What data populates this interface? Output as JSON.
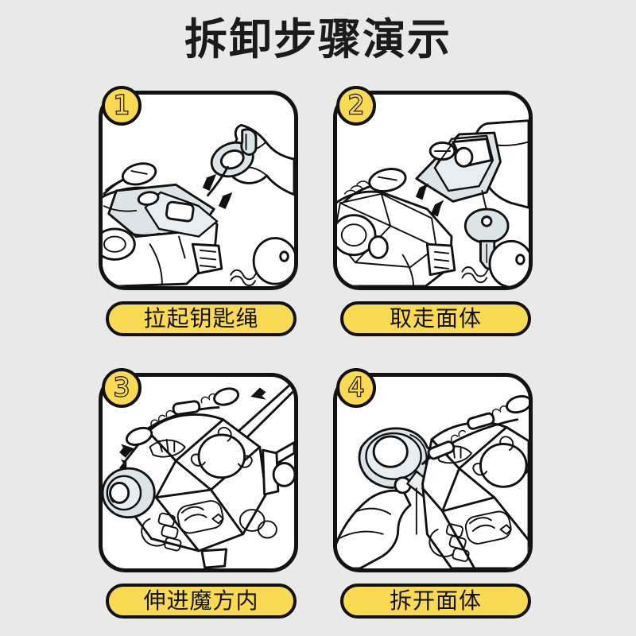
{
  "page": {
    "title": "拆卸步骤演示",
    "background_color": "#e9e9e9",
    "accent_color": "#fada52",
    "outline_color": "#111111",
    "panel_background": "#ffffff",
    "illustration_shade": "#dde4e8"
  },
  "steps": [
    {
      "number": "1",
      "caption": "拉起钥匙绳",
      "illustration": "hand-pulling-key-cord-from-cube",
      "arrows": 2
    },
    {
      "number": "2",
      "caption": "取走面体",
      "illustration": "hand-lifting-face-piece-with-key",
      "arrows": 2
    },
    {
      "number": "3",
      "caption": "伸进魔方内",
      "illustration": "cord-inserted-into-cube",
      "arrows": 3
    },
    {
      "number": "4",
      "caption": "拆开面体",
      "illustration": "hand-detaching-face-piece",
      "arrows": 1
    }
  ]
}
